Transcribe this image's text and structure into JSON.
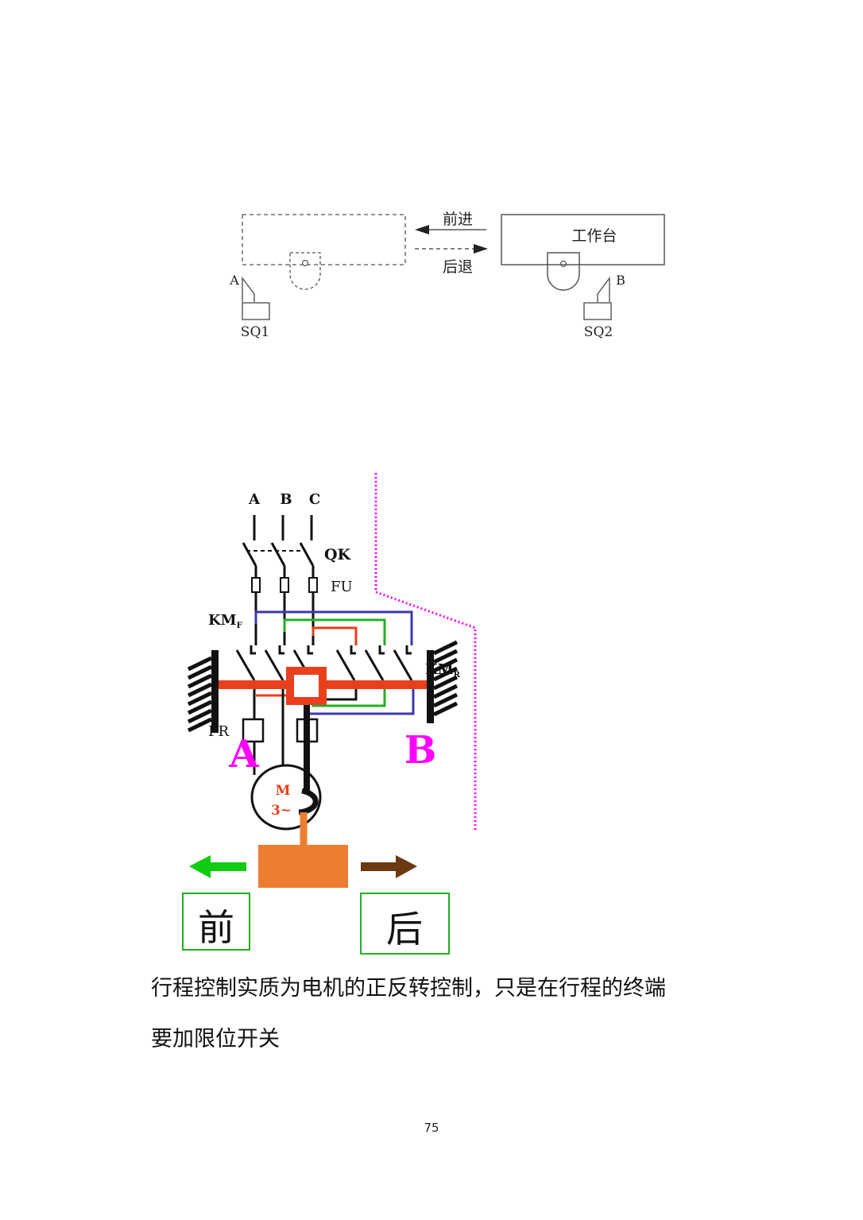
{
  "figure1": {
    "forward_label": "前进",
    "backward_label": "后退",
    "table_label": "工作台",
    "point_a": "A",
    "point_b": "B",
    "switch_left": "SQ1",
    "switch_right": "SQ2"
  },
  "figure2": {
    "phase_labels": [
      "A",
      "B",
      "C"
    ],
    "qk_label": "QK",
    "fu_label": "FU",
    "kmf_label": "KM",
    "kmf_sub": "F",
    "kmr_label": "KM",
    "kmr_sub": "R",
    "fr_label": "FR",
    "motor_label_top": "M",
    "motor_label_bottom": "3~",
    "stop_a": "A",
    "stop_b": "B",
    "front_label": "前",
    "back_label": "后",
    "colors": {
      "rail": "#e8401c",
      "block": "#ed7d31",
      "magenta": "#ff00ff",
      "blue_wire": "#3a3aa8",
      "green_wire": "#22b022",
      "red_wire": "#e8401c",
      "front_arrow": "#11cc11",
      "back_arrow": "#6b3a10",
      "label_box_border": "#22b022"
    }
  },
  "caption": {
    "line1": "行程控制实质为电机的正反转控制，只是在行程的终端",
    "line2": "要加限位开关"
  },
  "page_number": "75"
}
